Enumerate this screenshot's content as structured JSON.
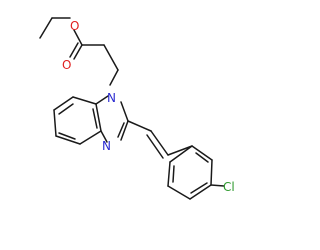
{
  "molecule": {
    "atoms": {
      "oxygen_ester": "O",
      "oxygen_carbonyl": "O",
      "nitrogen_1": "N",
      "nitrogen_2": "N",
      "chlorine": "Cl"
    },
    "colors": {
      "bond": "#1a1a1a",
      "oxygen": "#e02020",
      "nitrogen": "#2a2ad0",
      "chlorine": "#2f9a2f"
    }
  }
}
